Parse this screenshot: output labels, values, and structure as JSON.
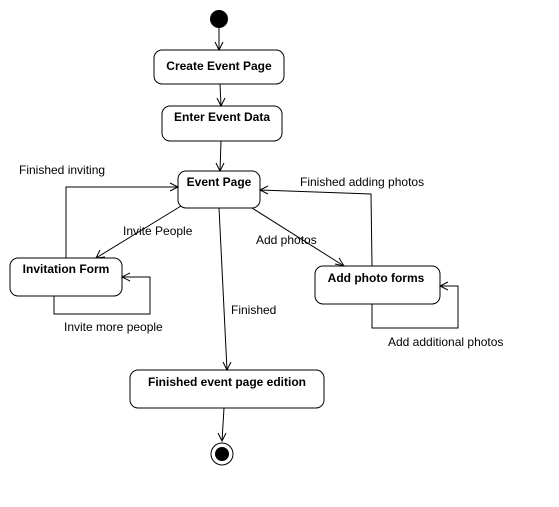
{
  "diagram": {
    "nodes": {
      "create_event_page": "Create Event Page",
      "enter_event_data": "Enter Event Data",
      "event_page": "Event Page",
      "invitation_form": "Invitation Form",
      "add_photo_forms": "Add photo forms",
      "finished_event_page_edition": "Finished event page edition"
    },
    "edges": {
      "finished_inviting": "Finished inviting",
      "invite_people": "Invite People",
      "invite_more_people": "Invite more people",
      "finished_adding_photos": "Finished adding photos",
      "add_photos": "Add photos",
      "add_additional_photos": "Add additional photos",
      "finished": "Finished"
    }
  }
}
